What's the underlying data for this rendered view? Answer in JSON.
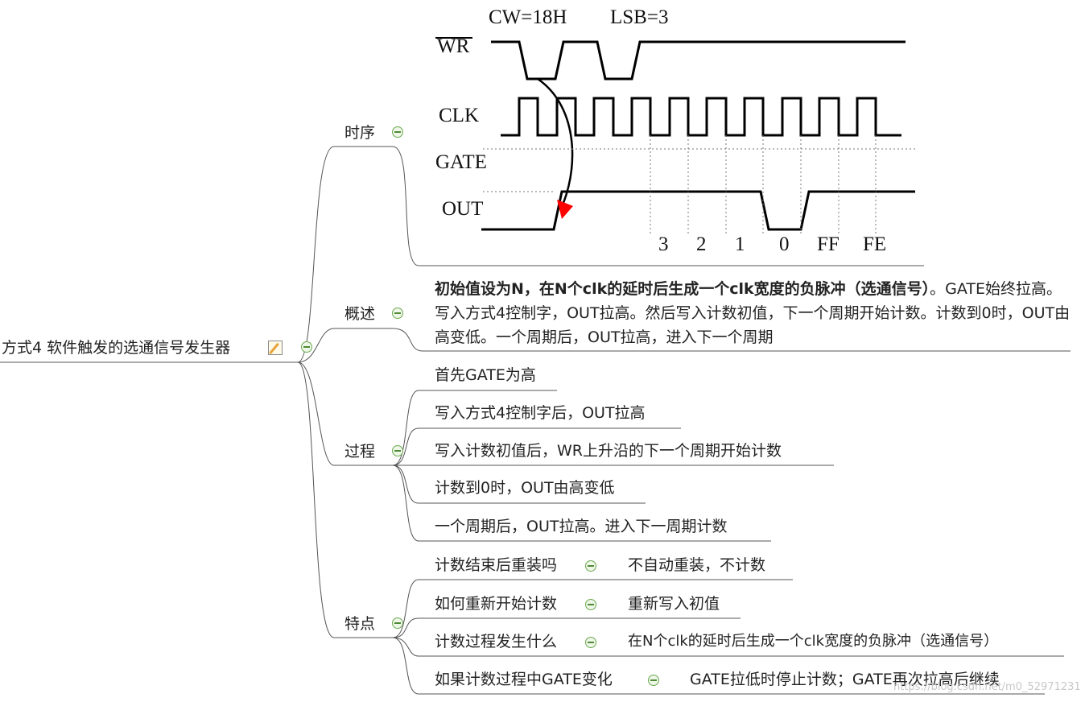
{
  "root": {
    "label": "方式4  软件触发的选通信号发生器",
    "icon": "note-icon"
  },
  "branches": {
    "timing": "时序",
    "overview": "概述",
    "process": "过程",
    "features": "特点"
  },
  "timing_diagram": {
    "cw_label": "CW=18H",
    "lsb_label": "LSB=3",
    "signals": [
      "WR",
      "CLK",
      "GATE",
      "OUT"
    ],
    "counts": [
      "3",
      "2",
      "1",
      "0",
      "FF",
      "FE"
    ]
  },
  "overview": {
    "bold": "初始值设为N，在N个clk的延时后生成一个clk宽度的负脉冲（选通信号）",
    "rest": "。GATE始终拉高。写入方式4控制字，OUT拉高。然后写入计数初值，下一个周期开始计数。计数到0时，OUT由高变低。一个周期后，OUT拉高，进入下一个周期"
  },
  "process_steps": [
    "首先GATE为高",
    "写入方式4控制字后，OUT拉高",
    "写入计数初值后，WR上升沿的下一个周期开始计数",
    "计数到0时，OUT由高变低",
    "一个周期后，OUT拉高。进入下一周期计数"
  ],
  "features": [
    {
      "q": "计数结束后重装吗",
      "a": "不自动重装，不计数"
    },
    {
      "q": "如何重新开始计数",
      "a": "重新写入初值"
    },
    {
      "q": "计数过程发生什么",
      "a": "在N个clk的延时后生成一个clk宽度的负脉冲（选通信号）"
    },
    {
      "q": "如果计数过程中GATE变化",
      "a": "GATE拉低时停止计数；GATE再次拉高后继续"
    }
  ],
  "watermark": "https://blog.csdn.net/m0_52971231",
  "colors": {
    "line": "#555555",
    "collapse": "#6aa84f",
    "arrow": "#ff0000"
  }
}
